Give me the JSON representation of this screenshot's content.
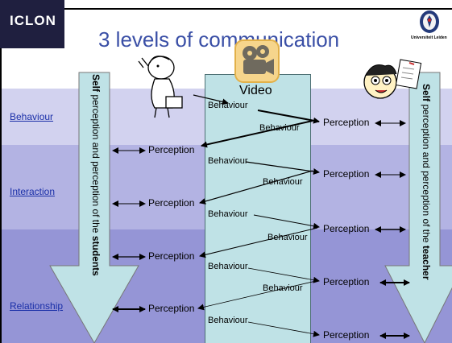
{
  "logo": {
    "text": "ICLON"
  },
  "title": "3 levels of communication",
  "university": {
    "seal_text": "Universiteit Leiden"
  },
  "video": {
    "label": "Video"
  },
  "levels": [
    "Behaviour",
    "Interaction",
    "Relationship"
  ],
  "left_arrow": {
    "prefix": "Self",
    "middle": " perception and perception of the ",
    "suffix": "students"
  },
  "right_arrow": {
    "prefix": "Self",
    "middle": " perception and perception of the ",
    "suffix": "teacher"
  },
  "flow": {
    "behaviour": "Behaviour",
    "perception": "Perception"
  },
  "colors": {
    "band_light": "#d2d2ef",
    "band_mid": "#b3b3e3",
    "band_dark": "#9595d6",
    "video_column": "#bfe2e6",
    "arrow_fill": "#bfe2e6",
    "title_color": "#3a4fa6",
    "link_color": "#1a2fa8"
  },
  "icons": [
    "teacher-figure-icon",
    "film-camera-icon",
    "student-figure-icon",
    "university-seal-icon"
  ]
}
